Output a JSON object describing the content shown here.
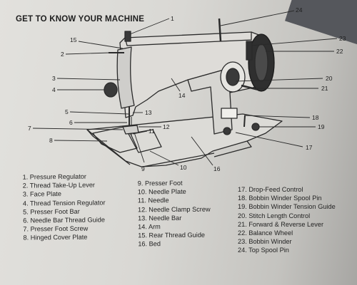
{
  "title": "GET TO KNOW YOUR MACHINE",
  "callouts": [
    "1",
    "2",
    "3",
    "4",
    "5",
    "6",
    "7",
    "8",
    "9",
    "10",
    "11",
    "12",
    "13",
    "14",
    "15",
    "16",
    "17",
    "18",
    "19",
    "20",
    "21",
    "22",
    "23",
    "24"
  ],
  "legend": {
    "column1": [
      "1. Pressure Regulator",
      "2. Thread Take-Up Lever",
      "3. Face Plate",
      "4. Thread Tension Regulator",
      "5. Presser Foot Bar",
      "6. Needle Bar Thread Guide",
      "7. Presser Foot Screw",
      "8. Hinged Cover Plate"
    ],
    "column2": [
      "9. Presser Foot",
      "10. Needle Plate",
      "11. Needle",
      "12. Needle Clamp Screw",
      "13. Needle Bar",
      "14. Arm",
      "15. Rear Thread Guide",
      "16. Bed"
    ],
    "column3": [
      "17. Drop-Feed Control",
      "18. Bobbin Winder Spool Pin",
      "19. Bobbin Winder Tension Guide",
      "20. Stitch Length Control",
      "21. Forward & Reverse Lever",
      "22. Balance Wheel",
      "23. Bobbin Winder",
      "24. Top Spool Pin"
    ]
  }
}
